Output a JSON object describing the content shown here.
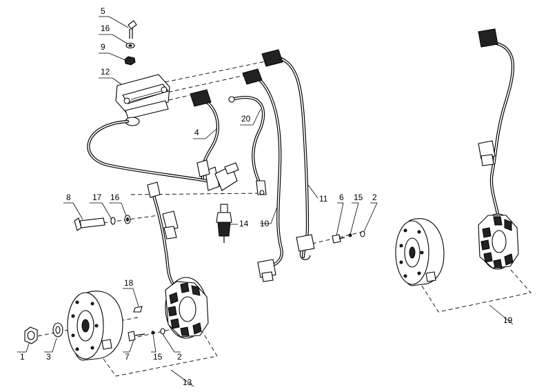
{
  "callouts": {
    "c1": "1",
    "c2a": "2",
    "c2b": "2",
    "c3": "3",
    "c4": "4",
    "c5": "5",
    "c6": "6",
    "c7": "7",
    "c8": "8",
    "c9": "9",
    "c10": "10",
    "c11": "11",
    "c12": "12",
    "c13": "13",
    "c14": "14",
    "c15a": "15",
    "c15b": "15",
    "c16a": "16",
    "c16b": "16",
    "c17": "17",
    "c18": "18",
    "c19": "19",
    "c20": "20"
  }
}
